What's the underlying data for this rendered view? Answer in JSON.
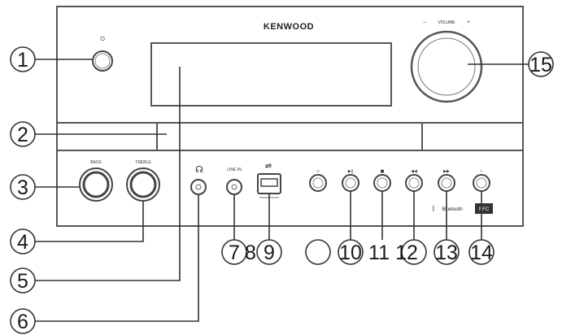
{
  "brand": "KENWOOD",
  "panel_labels": {
    "volume": "VOLUME",
    "bass": "BASS",
    "treble": "TREBLE",
    "line_in": "LINE IN",
    "bluetooth": "Bluetooth",
    "nfc": "NFC"
  },
  "callouts": [
    "1",
    "2",
    "3",
    "4",
    "5",
    "6",
    "7",
    "8",
    "9",
    "10",
    "11",
    "12",
    "13",
    "14",
    "15"
  ]
}
